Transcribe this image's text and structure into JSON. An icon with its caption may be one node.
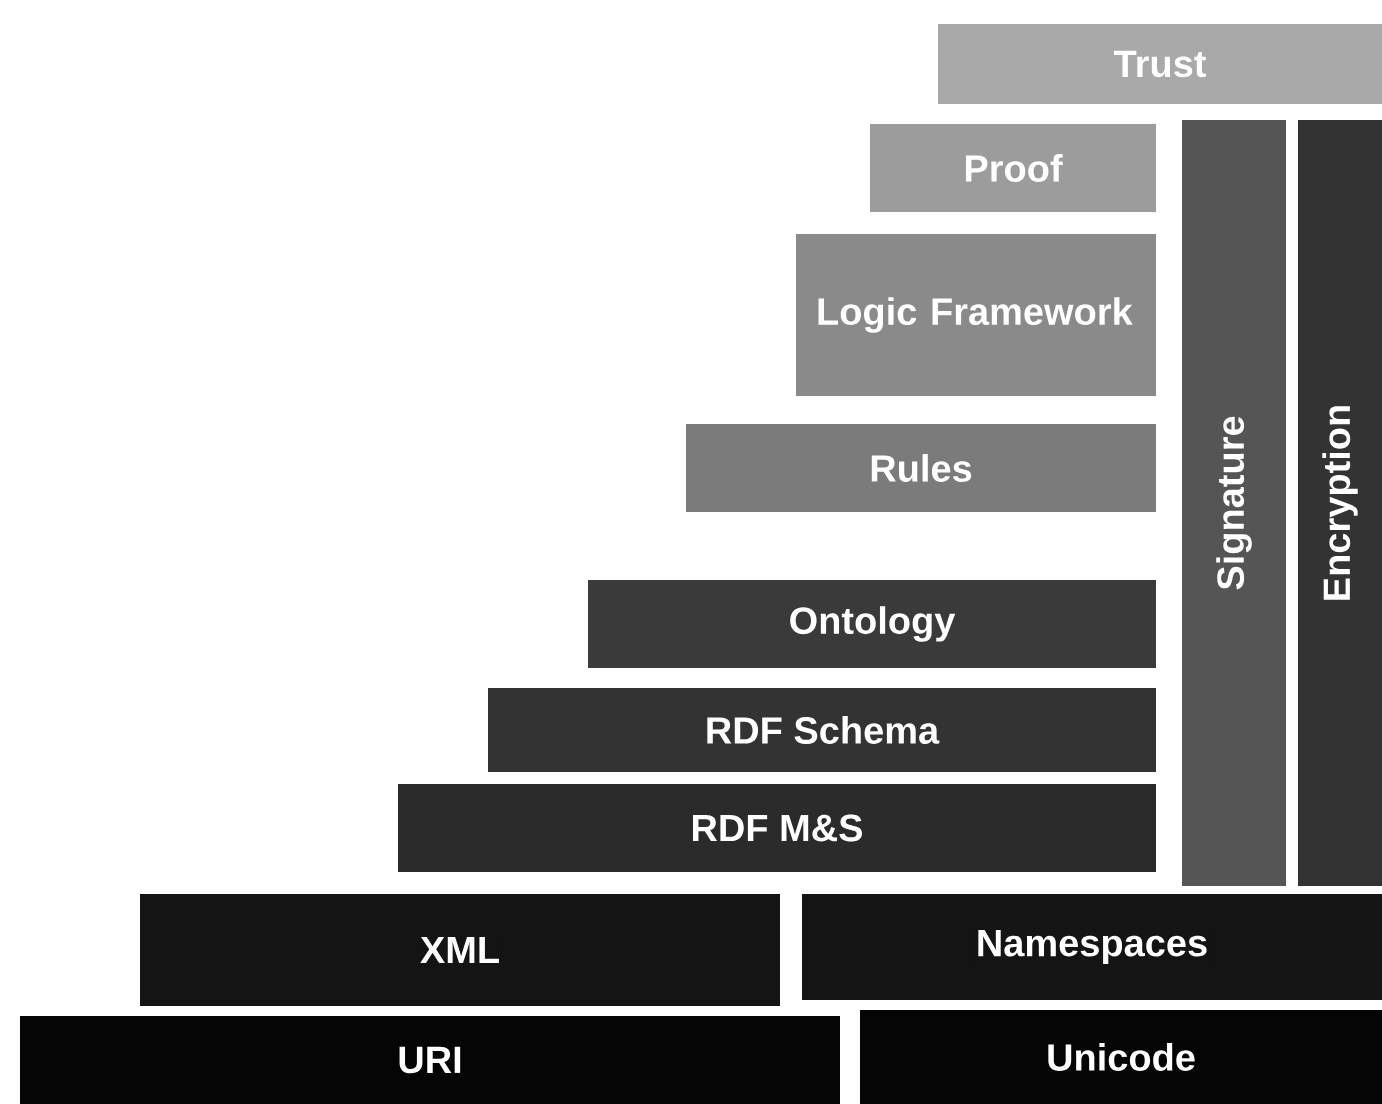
{
  "diagram": {
    "nodes": [
      {
        "text": [
          "Trust"
        ]
      },
      {
        "text": [
          "Proof"
        ]
      },
      {
        "text": [
          "Logic Framework"
        ]
      },
      {
        "text": [
          "Signature"
        ]
      },
      {
        "text": [
          "Encryption"
        ]
      },
      {
        "text": [
          "Rules"
        ]
      },
      {
        "text": [
          "Ontology"
        ]
      },
      {
        "text": [
          "RDF Schema"
        ]
      },
      {
        "text": [
          "RDF M&S"
        ]
      },
      {
        "text": [
          "XML"
        ]
      },
      {
        "text": [
          "Namespaces"
        ]
      },
      {
        "text": [
          "URI"
        ]
      },
      {
        "text": [
          "Unicode"
        ]
      }
    ]
  }
}
